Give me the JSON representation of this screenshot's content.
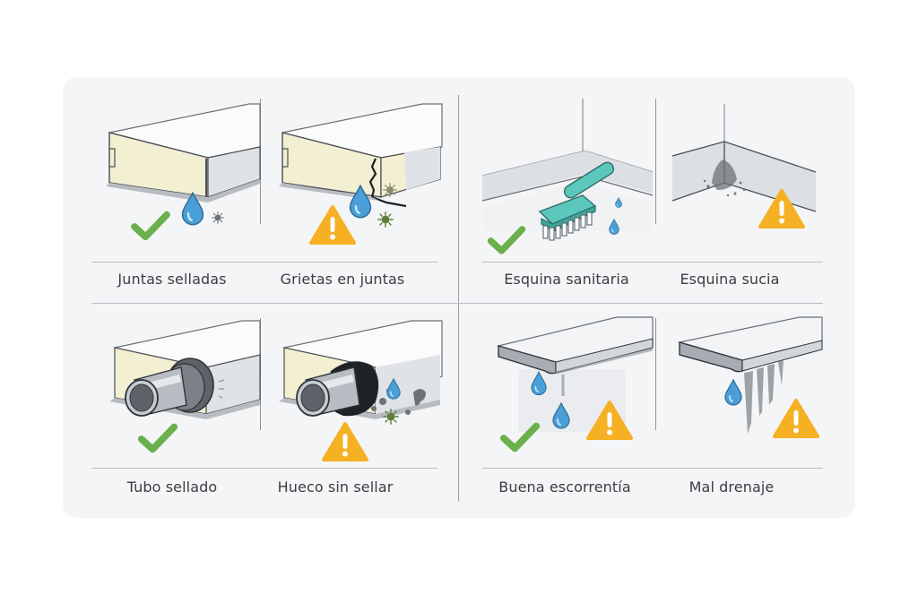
{
  "title": "Sanitary design comparison: good vs bad practices",
  "colors": {
    "panel_bg": "#f4f5f6",
    "check_green": "#6ab04c",
    "warning_amber": "#f5b023",
    "water_blue": "#4a9fd8",
    "insulation_cream": "#f3efd3",
    "brush_teal": "#5cc7bb",
    "mold_gray": "#6d7276",
    "germ_green": "#5f7d3a"
  },
  "quadrants": [
    {
      "name": "joints",
      "items": [
        {
          "label": "Juntas selladas",
          "status": "good",
          "status_icon": "check-icon",
          "illustration": "sealed-panel-joint"
        },
        {
          "label": "Grietas en juntas",
          "status": "bad",
          "status_icon": "warning-icon",
          "illustration": "cracked-panel-joint"
        }
      ]
    },
    {
      "name": "corners",
      "items": [
        {
          "label": "Esquina sanitaria",
          "status": "good",
          "status_icon": "check-icon",
          "illustration": "rounded-corner-with-brush"
        },
        {
          "label": "Esquina sucia",
          "status": "bad",
          "status_icon": "warning-icon",
          "illustration": "dirty-corner-mold"
        }
      ]
    },
    {
      "name": "pipes",
      "items": [
        {
          "label": "Tubo sellado",
          "status": "good",
          "status_icon": "check-icon",
          "illustration": "pipe-with-seal-collar"
        },
        {
          "label": "Hueco sin sellar",
          "status": "bad",
          "status_icon": "warning-icon",
          "illustration": "pipe-unsealed-gap"
        }
      ]
    },
    {
      "name": "drainage",
      "items": [
        {
          "label": "Buena escorrentía",
          "status": "good",
          "status_icon": "check-icon",
          "secondary_icon": "warning-icon",
          "illustration": "ledge-dripping-clean"
        },
        {
          "label": "Mal drenaje",
          "status": "bad",
          "status_icon": "warning-icon",
          "illustration": "ledge-streaks"
        }
      ]
    }
  ]
}
